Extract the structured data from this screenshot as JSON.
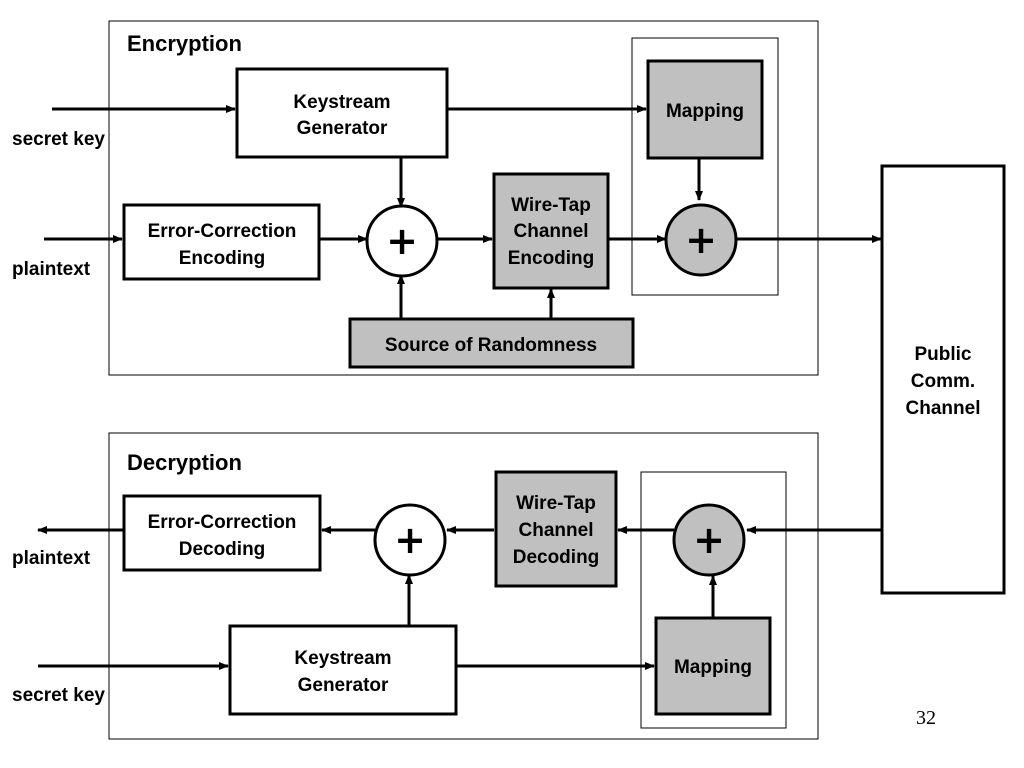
{
  "colors": {
    "gray_fill": "#c0c0c0",
    "white_fill": "#ffffff",
    "stroke": "#000000"
  },
  "encryption": {
    "title": "Encryption",
    "keystream_line1": "Keystream",
    "keystream_line2": "Generator",
    "mapping": "Mapping",
    "ecc_line1": "Error-Correction",
    "ecc_line2": "Encoding",
    "wiretap_line1": "Wire-Tap",
    "wiretap_line2": "Channel",
    "wiretap_line3": "Encoding",
    "randomness": "Source of Randomness",
    "input_key": "secret key",
    "input_text": "plaintext",
    "xor_symbol": "+"
  },
  "channel": {
    "line1": "Public",
    "line2": "Comm.",
    "line3": "Channel"
  },
  "decryption": {
    "title": "Decryption",
    "keystream_line1": "Keystream",
    "keystream_line2": "Generator",
    "mapping": "Mapping",
    "ecc_line1": "Error-Correction",
    "ecc_line2": "Decoding",
    "wiretap_line1": "Wire-Tap",
    "wiretap_line2": "Channel",
    "wiretap_line3": "Decoding",
    "output_text": "plaintext",
    "input_key": "secret key",
    "xor_symbol": "+"
  },
  "page_number": "32"
}
